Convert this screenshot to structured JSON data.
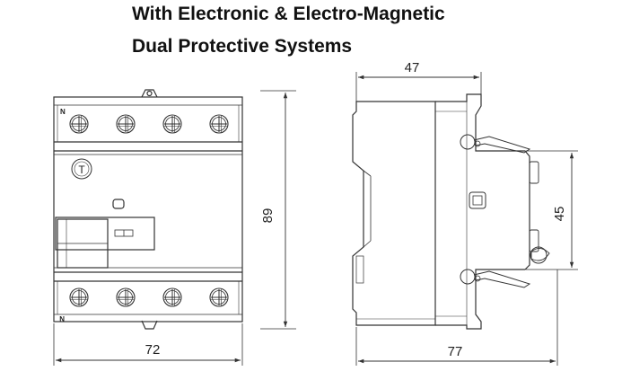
{
  "heading": {
    "line1": "With Electronic & Electro-Magnetic",
    "line2": "Dual Protective Systems"
  },
  "front_view": {
    "width_label": "72",
    "height_label": "89",
    "test_button_label": "T",
    "terminal_mark_top": "N",
    "terminal_mark_bottom": "N"
  },
  "side_view": {
    "depth_top_label": "47",
    "depth_bottom_label": "77",
    "rail_height_label": "45"
  },
  "colors": {
    "line": "#333333",
    "background": "#ffffff"
  }
}
